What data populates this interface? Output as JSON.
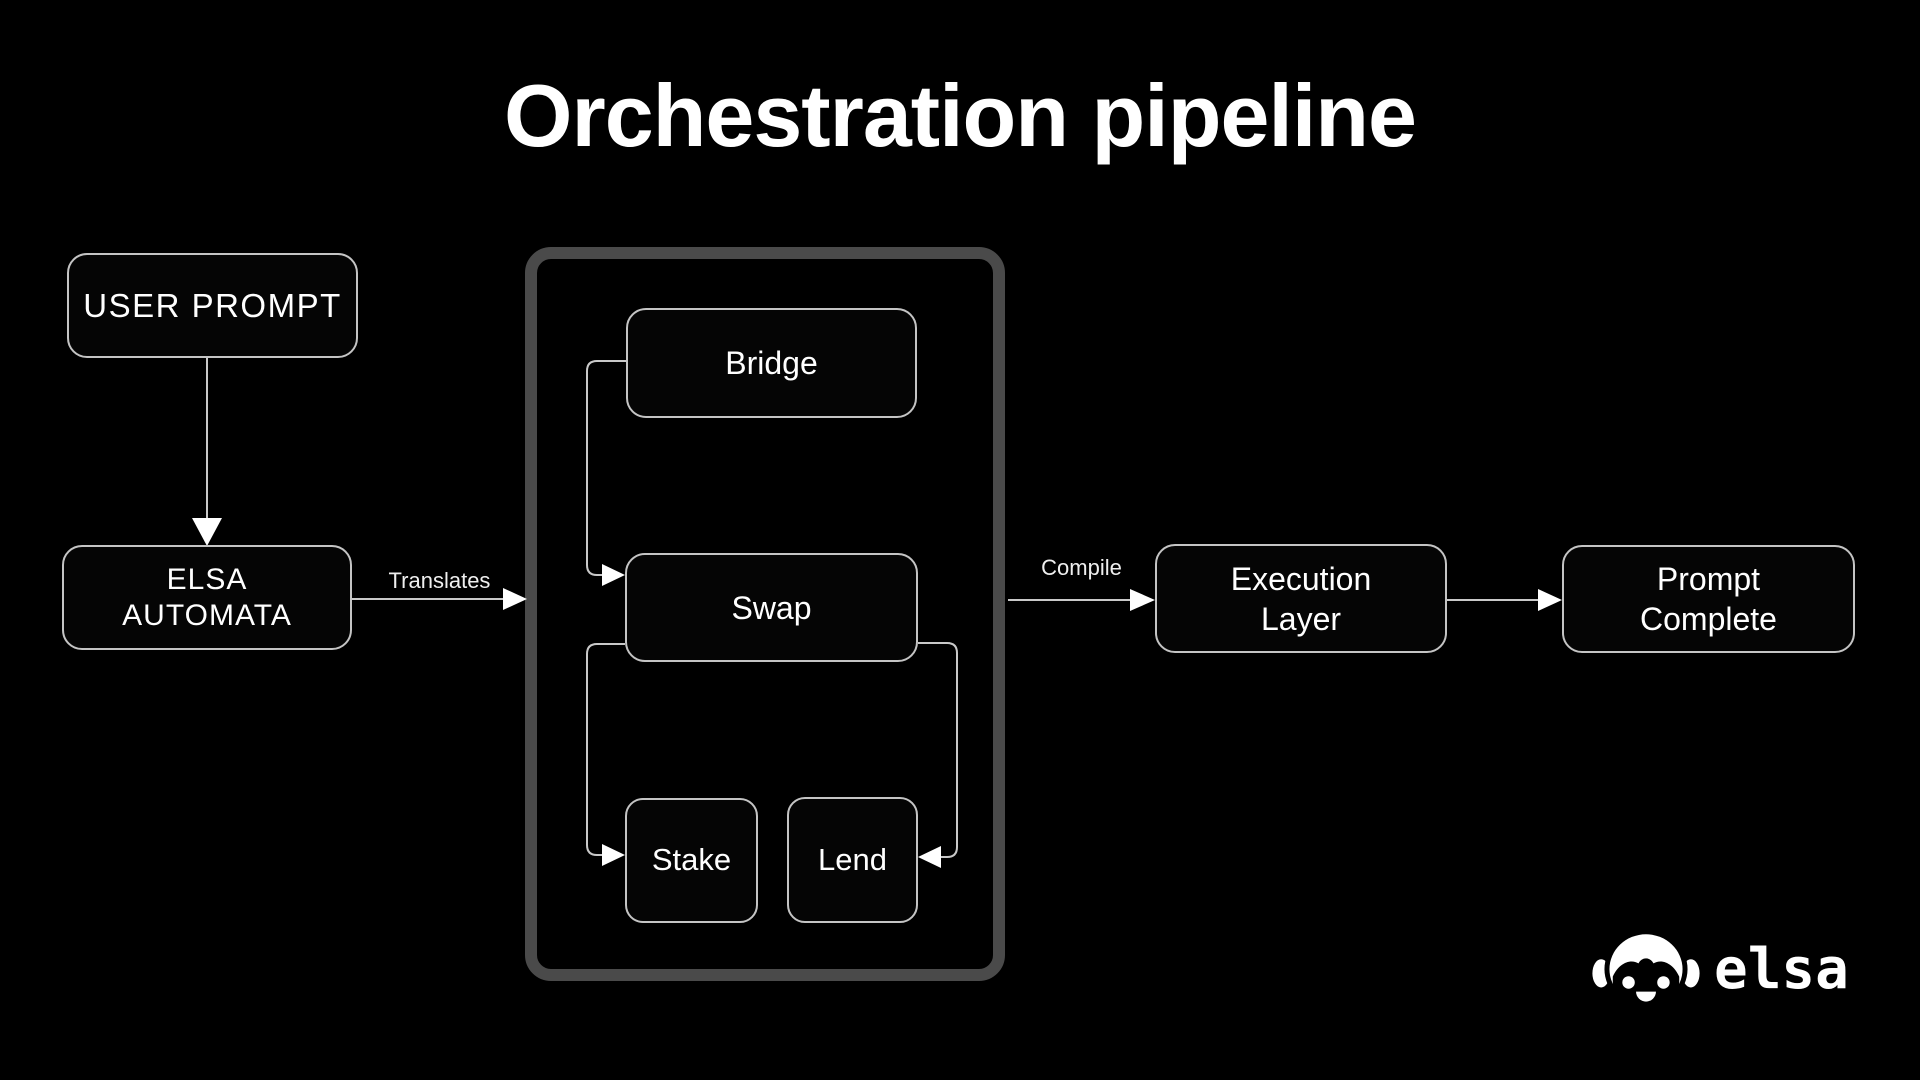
{
  "title": "Orchestration pipeline",
  "nodes": {
    "user_prompt": {
      "label": "USER PROMPT"
    },
    "elsa_automata": {
      "label": "ELSA\nAUTOMATA"
    },
    "bridge": {
      "label": "Bridge"
    },
    "swap": {
      "label": "Swap"
    },
    "stake": {
      "label": "Stake"
    },
    "lend": {
      "label": "Lend"
    },
    "execution_layer": {
      "label": "Execution\nLayer"
    },
    "prompt_complete": {
      "label": "Prompt\nComplete"
    }
  },
  "edge_labels": {
    "translates": "Translates",
    "compile": "Compile"
  },
  "edges": [
    {
      "from": "user_prompt",
      "to": "elsa_automata",
      "label": ""
    },
    {
      "from": "elsa_automata",
      "to": "orchestration_container",
      "label": "Translates"
    },
    {
      "from": "bridge",
      "to": "swap",
      "label": ""
    },
    {
      "from": "swap",
      "to": "stake",
      "label": ""
    },
    {
      "from": "swap",
      "to": "lend",
      "label": ""
    },
    {
      "from": "orchestration_container",
      "to": "execution_layer",
      "label": "Compile"
    },
    {
      "from": "execution_layer",
      "to": "prompt_complete",
      "label": ""
    }
  ],
  "branding": {
    "logo_text": "elsa",
    "logo_icon": "robot-face-icon"
  },
  "colors": {
    "background": "#000000",
    "text": "#ffffff",
    "node_border": "#c4c4c4",
    "container_border": "#4a4a4a",
    "connector": "#c9c9c9",
    "arrowhead": "#ffffff"
  }
}
